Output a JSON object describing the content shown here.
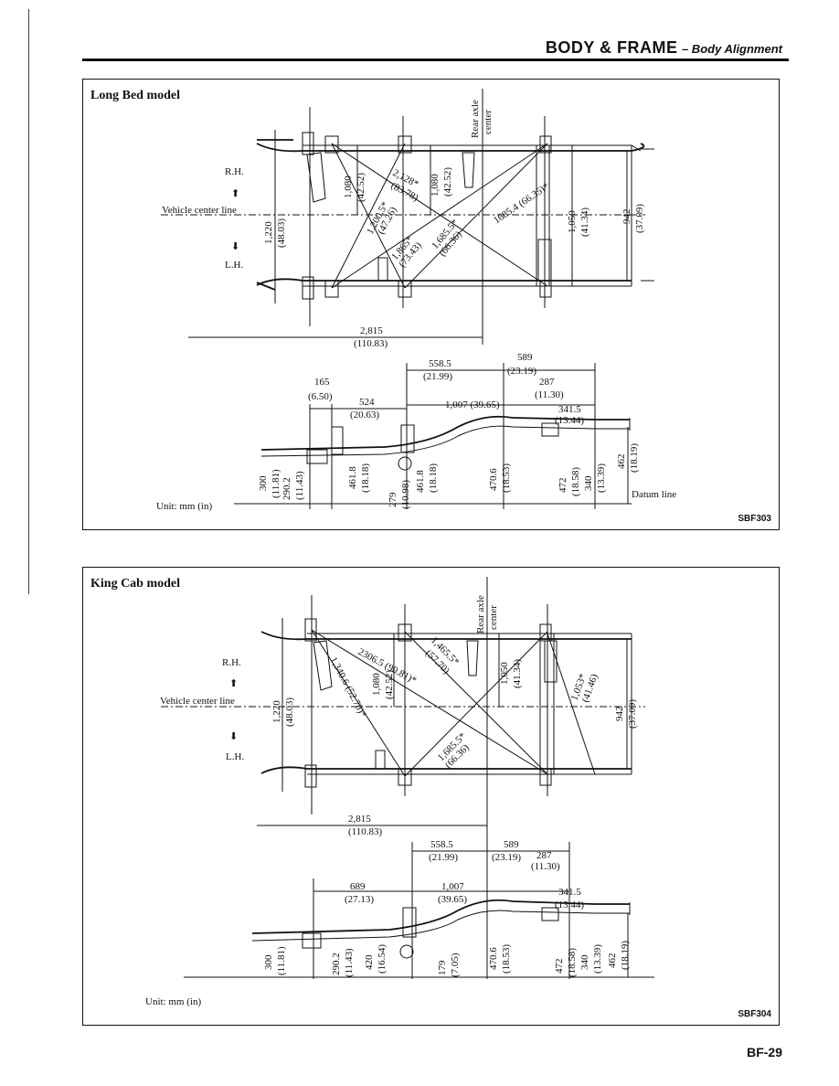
{
  "header": {
    "title": "BODY & FRAME",
    "subtitle": "– Body Alignment"
  },
  "page_number": "BF-29",
  "long_bed": {
    "title": "Long Bed model",
    "code": "SBF303",
    "unit": "Unit: mm (in)",
    "labels": {
      "rh": "R.H.",
      "lh": "L.H.",
      "center_line": "Vehicle center line",
      "rear_axle": "Rear axle",
      "center": "center",
      "datum": "Datum line"
    },
    "dims": {
      "d1220": "1,220",
      "d1220i": "(48.03)",
      "d1080a": "1,080",
      "d1080ai": "(42.52)",
      "d2128": "2,128*",
      "d2128i": "(83.78)",
      "d1080b": "1,080",
      "d1080bi": "(42.52)",
      "d1200": "1,200.5*",
      "d1200i": "(47.26)",
      "d1865": "1,865*",
      "d1865i": "(73.43)",
      "d1685": "1,685.5*",
      "d1685i": "(66.36)",
      "d1685b": "1685.4 (66.35)*",
      "d1050": "1,050",
      "d1050i": "(41.34)",
      "d942": "942",
      "d942i": "(37.09)",
      "d2815": "2,815",
      "d2815i": "(110.83)",
      "d558": "558.5",
      "d558i": "(21.99)",
      "d589": "589",
      "d589i": "(23.19)",
      "d165": "165",
      "d165i": "(6.50)",
      "d524": "524",
      "d524i": "(20.63)",
      "d287": "287",
      "d287i": "(11.30)",
      "d1007": "1,007 (39.65)",
      "d341": "341.5",
      "d341i": "(13.44)",
      "d300": "300",
      "d300i": "(11.81)",
      "d290": "290.2",
      "d290i": "(11.43)",
      "d461a": "461.8",
      "d461ai": "(18.18)",
      "d279": "279",
      "d279i": "(10.98)",
      "d461b": "461.8",
      "d461bi": "(18.18)",
      "d470": "470.6",
      "d470i": "(18.53)",
      "d472": "472",
      "d472i": "(18.58)",
      "d340": "340",
      "d340i": "(13.39)",
      "d462": "462",
      "d462i": "(18.19)"
    }
  },
  "king_cab": {
    "title": "King Cab model",
    "code": "SBF304",
    "unit": "Unit: mm (in)",
    "labels": {
      "rh": "R.H.",
      "lh": "L.H.",
      "center_line": "Vehicle center line",
      "rear_axle": "Rear axle",
      "center": "center"
    },
    "dims": {
      "d1220": "1,220",
      "d1220i": "(48.03)",
      "d2306": "2306.5 (90.81)*",
      "d1465": "1,465.5*",
      "d1465i": "(57.70)",
      "d1340": "1,340.6 (52.78)*",
      "d1080": "1,080",
      "d1080i": "(42.52)",
      "d1050": "1,050",
      "d1050i": "(41.34)",
      "d1053": "1,053*",
      "d1053i": "(41.46)",
      "d942": "942",
      "d942i": "(37.09)",
      "d1685": "1,685.5*",
      "d1685i": "(66.36)",
      "d2815": "2,815",
      "d2815i": "(110.83)",
      "d558": "558.5",
      "d558i": "(21.99)",
      "d589": "589",
      "d589i": "(23.19)",
      "d287": "287",
      "d287i": "(11.30)",
      "d689": "689",
      "d689i": "(27.13)",
      "d1007": "1,007",
      "d1007i": "(39.65)",
      "d341": "341.5",
      "d341i": "(13.44)",
      "d300": "300",
      "d300i": "(11.81)",
      "d290": "290.2",
      "d290i": "(11.43)",
      "d420": "420",
      "d420i": "(16.54)",
      "d179": "179",
      "d179i": "(7.05)",
      "d470": "470.6",
      "d470i": "(18.53)",
      "d472": "472",
      "d472i": "(18.58)",
      "d340": "340",
      "d340i": "(13.39)",
      "d462": "462",
      "d462i": "(18.19)"
    }
  }
}
